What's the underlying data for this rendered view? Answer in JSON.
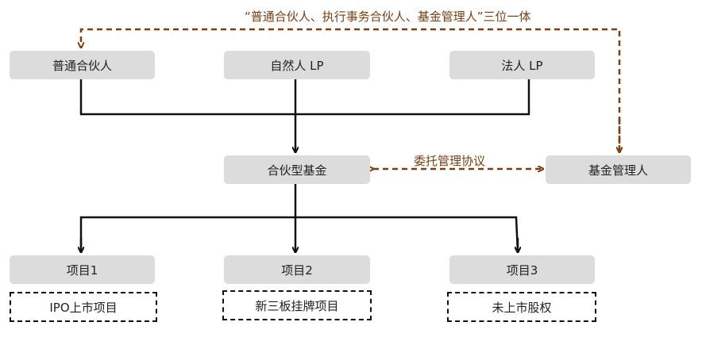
{
  "colors": {
    "box_fill": "#dcdcdc",
    "solid_line": "#111111",
    "dashed_brown": "#7b3f10"
  },
  "top_label": "“普通合伙人、执行事务合伙人、基金管理人”三位一体",
  "investors": {
    "gp": "普通合伙人",
    "natural_lp": "自然人 LP",
    "legal_lp": "法人 LP"
  },
  "fund": "合伙型基金",
  "manager": "基金管理人",
  "agreement_label": "委托管理协议",
  "projects": [
    {
      "name": "项目1",
      "type": "IPO上市项目"
    },
    {
      "name": "项目2",
      "type": "新三板挂牌项目"
    },
    {
      "name": "项目3",
      "type": "未上市股权"
    }
  ]
}
